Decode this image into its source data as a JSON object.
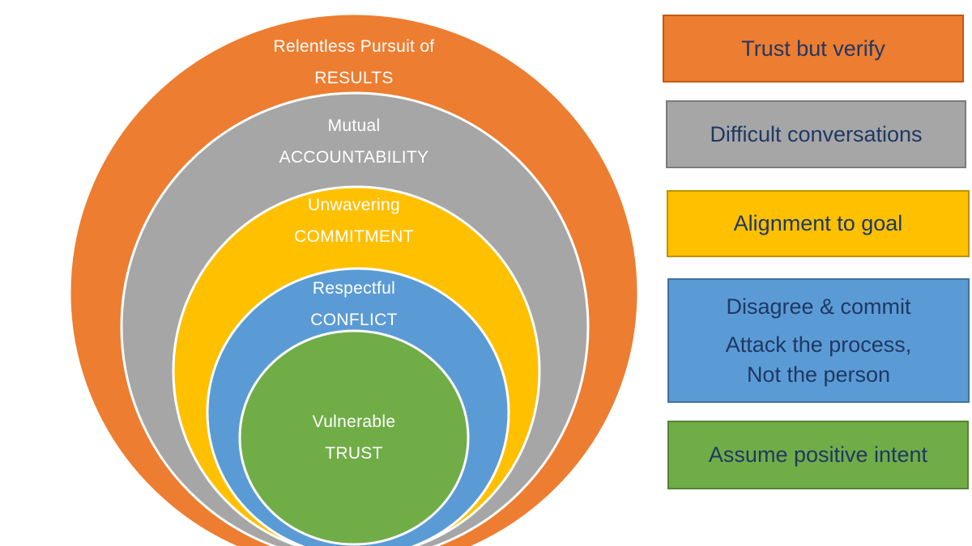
{
  "diagram": {
    "rings": [
      {
        "qualifier": "Relentless Pursuit of",
        "label": "RESULTS",
        "color": "#ED7D31"
      },
      {
        "qualifier": "Mutual",
        "label": "ACCOUNTABILITY",
        "color": "#A6A6A6"
      },
      {
        "qualifier": "Unwavering",
        "label": "COMMITMENT",
        "color": "#FFC000"
      },
      {
        "qualifier": "Respectful",
        "label": "CONFLICT",
        "color": "#5B9BD5"
      },
      {
        "qualifier": "Vulnerable",
        "label": "TRUST",
        "color": "#70AD47"
      }
    ],
    "ring_stroke_color": "#ffffff"
  },
  "legend": {
    "text_color": "#1F3864",
    "items": [
      {
        "lines": [
          "Trust but verify"
        ],
        "fill": "#ED7D31",
        "border": "#C45911"
      },
      {
        "lines": [
          "Difficult conversations"
        ],
        "fill": "#A6A6A6",
        "border": "#7B7B7B"
      },
      {
        "lines": [
          "Alignment to goal"
        ],
        "fill": "#FFC000",
        "border": "#BF9000"
      },
      {
        "lines": [
          "Disagree & commit",
          "Attack the process,",
          "Not the person"
        ],
        "fill": "#5B9BD5",
        "border": "#41719C"
      },
      {
        "lines": [
          "Assume positive intent"
        ],
        "fill": "#70AD47",
        "border": "#548235"
      }
    ]
  }
}
